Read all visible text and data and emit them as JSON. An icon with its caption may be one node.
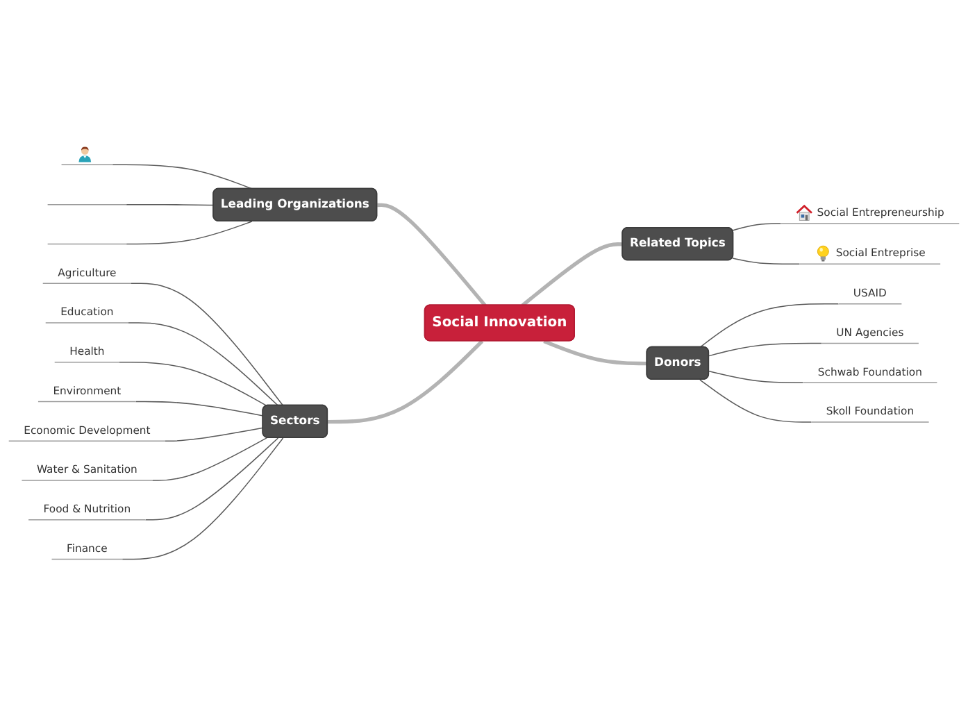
{
  "diagram": {
    "nodes": [
      {
        "text": [
          "Social Innovation"
        ]
      },
      {
        "text": [
          "Leading Organizations"
        ]
      },
      {
        "text": [],
        "shape": "person"
      },
      {
        "text": [],
        "shape": "line"
      },
      {
        "text": [],
        "shape": "line"
      },
      {
        "text": [
          "Related Topics"
        ]
      },
      {
        "text": [
          "Social Entrepreneurship"
        ]
      },
      {
        "text": [
          "Social Entreprise"
        ]
      },
      {
        "text": [
          "Donors"
        ]
      },
      {
        "text": [
          "USAID"
        ]
      },
      {
        "text": [
          "UN Agencies"
        ]
      },
      {
        "text": [
          "Schwab Foundation"
        ]
      },
      {
        "text": [
          "Skoll Foundation"
        ]
      },
      {
        "text": [
          "Sectors"
        ]
      },
      {
        "text": [
          "Agriculture"
        ]
      },
      {
        "text": [
          "Education"
        ]
      },
      {
        "text": [
          "Health"
        ]
      },
      {
        "text": [
          "Environment"
        ]
      },
      {
        "text": [
          "Economic Development"
        ]
      },
      {
        "text": [
          "Water & Sanitation"
        ]
      },
      {
        "text": [
          "Food & Nutrition"
        ]
      },
      {
        "text": [
          "Finance"
        ]
      }
    ],
    "edges": [
      {
        "from": 2,
        "to": 1,
        "arrow": "none"
      },
      {
        "from": 3,
        "to": 1,
        "arrow": "none"
      },
      {
        "from": 4,
        "to": 1,
        "arrow": "none"
      },
      {
        "from": 1,
        "to": 0,
        "arrow": "none",
        "style": "thick",
        "color": "#b3b3b3"
      },
      {
        "from": 0,
        "to": 5,
        "arrow": "none",
        "style": "thick",
        "color": "#b3b3b3"
      },
      {
        "from": 5,
        "to": 6,
        "arrow": "none"
      },
      {
        "from": 5,
        "to": 7,
        "arrow": "none"
      },
      {
        "from": 0,
        "to": 8,
        "arrow": "none",
        "style": "thick",
        "color": "#b3b3b3"
      },
      {
        "from": 8,
        "to": 9,
        "arrow": "none"
      },
      {
        "from": 8,
        "to": 10,
        "arrow": "none"
      },
      {
        "from": 8,
        "to": 11,
        "arrow": "none"
      },
      {
        "from": 8,
        "to": 12,
        "arrow": "none"
      },
      {
        "from": 13,
        "to": 0,
        "arrow": "none",
        "style": "thick",
        "color": "#b3b3b3"
      },
      {
        "from": 14,
        "to": 13,
        "arrow": "none"
      },
      {
        "from": 15,
        "to": 13,
        "arrow": "none"
      },
      {
        "from": 16,
        "to": 13,
        "arrow": "none"
      },
      {
        "from": 17,
        "to": 13,
        "arrow": "none"
      },
      {
        "from": 18,
        "to": 13,
        "arrow": "none"
      },
      {
        "from": 19,
        "to": 13,
        "arrow": "none"
      },
      {
        "from": 20,
        "to": 13,
        "arrow": "none"
      },
      {
        "from": 21,
        "to": 13,
        "arrow": "none"
      }
    ]
  }
}
